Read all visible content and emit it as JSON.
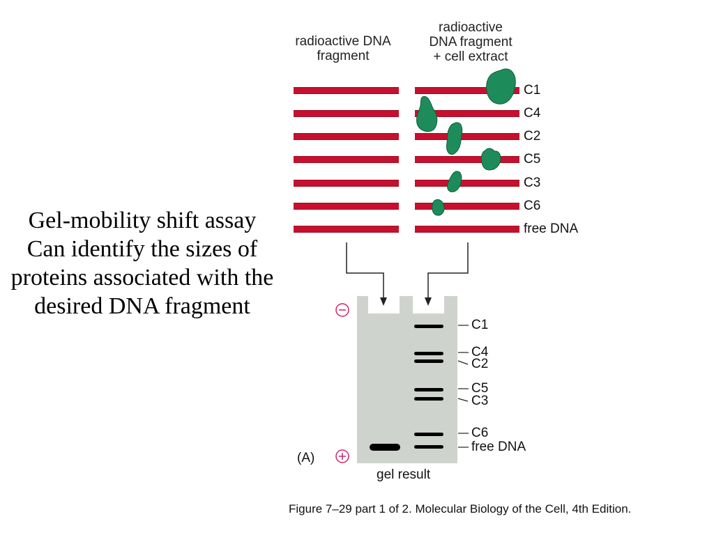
{
  "side_text": [
    "Gel-mobility shift assay",
    "Can identify the sizes of",
    "proteins associated with the",
    "desired DNA fragment"
  ],
  "column_headers": {
    "left": [
      "radioactive DNA",
      "fragment"
    ],
    "right": [
      "radioactive",
      "DNA fragment",
      "+ cell extract"
    ]
  },
  "dna_labels": [
    "C1",
    "C4",
    "C2",
    "C5",
    "C3",
    "C6",
    "free DNA"
  ],
  "gel_labels": [
    "C1",
    "C4",
    "C2",
    "C5",
    "C3",
    "C6",
    "free DNA"
  ],
  "electrodes": {
    "negative": "⊖",
    "positive": "⊕"
  },
  "panel_label": "(A)",
  "gel_caption": "gel result",
  "figure_caption": "Figure 7–29 part 1 of 2. Molecular Biology of the Cell, 4th Edition.",
  "colors": {
    "dna": "#c8102e",
    "protein": "#1e8c5a",
    "gel": "#cfd3cd",
    "band": "#000000",
    "electrode": "#d0246e"
  }
}
